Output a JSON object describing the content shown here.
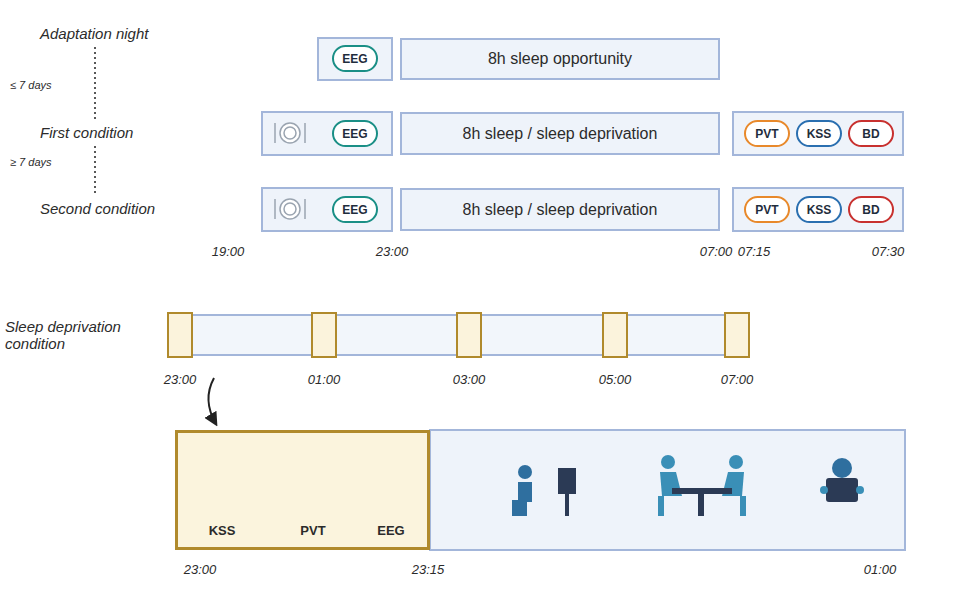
{
  "diagram": {
    "nodes": [
      {
        "text": [
          "EEG"
        ]
      },
      {
        "text": [
          "8h sleep opportunity"
        ]
      },
      {
        "text": [
          "EEG"
        ]
      },
      {
        "text": [
          "8h sleep / sleep deprivation"
        ]
      },
      {
        "text": [
          "PVT"
        ]
      },
      {
        "text": [
          "KSS"
        ]
      },
      {
        "text": [
          "BD"
        ]
      },
      {
        "text": [
          "EEG"
        ]
      },
      {
        "text": [
          "8h sleep / sleep deprivation"
        ]
      },
      {
        "text": [
          "PVT"
        ]
      },
      {
        "text": [
          "KSS"
        ]
      },
      {
        "text": [
          "BD"
        ]
      },
      {
        "text": [
          "KSS",
          "PVT",
          "EEG"
        ]
      }
    ],
    "labels": [
      "Adaptation night",
      "≤ 7 days",
      "First condition",
      "≥ 7 days",
      "Second condition",
      "19:00",
      "23:00",
      "07:00",
      "07:15",
      "07:30",
      "Sleep deprivation condition",
      "23:00",
      "01:00",
      "03:00",
      "05:00",
      "07:00",
      "23:00",
      "23:15",
      "01:00"
    ]
  }
}
